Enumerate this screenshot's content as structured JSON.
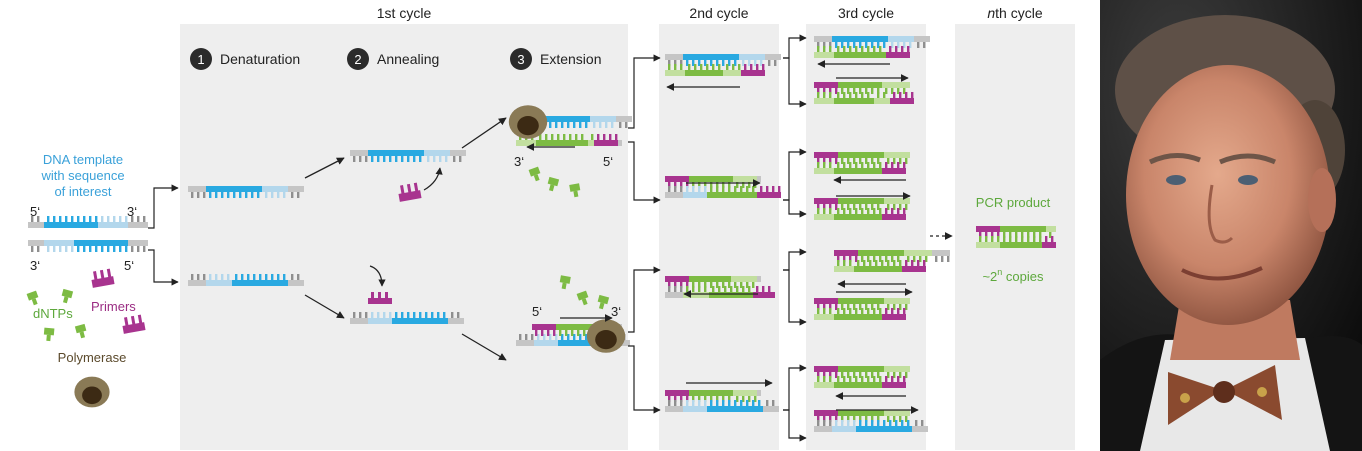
{
  "colors": {
    "template_blue": "#29a9e1",
    "template_light": "#b3d7ec",
    "flank_gray": "#c5c5c5",
    "tooth_gray": "#8f8f8f",
    "primer_magenta": "#a8348f",
    "new_green": "#7dbb43",
    "new_light_green": "#c2df9f",
    "polymerase_brown": "#8a7a56",
    "polymerase_dark": "#3c2a14",
    "panel_bg": "#eeeeee",
    "text_blue": "#3aa1d9",
    "text_green": "#5da83c",
    "text_magenta": "#9b2d83",
    "text_brown": "#5b4a2c"
  },
  "headers": {
    "cycle1": "1st cycle",
    "cycle2": "2nd cycle",
    "cycle3": "3rd cycle",
    "cycle_n_italic": "n",
    "cycle_n_rest": "th cycle"
  },
  "steps": [
    {
      "num": "1",
      "label": "Denaturation"
    },
    {
      "num": "2",
      "label": "Annealing"
    },
    {
      "num": "3",
      "label": "Extension"
    }
  ],
  "left": {
    "template_line1": "DNA template",
    "template_line2": "with sequence",
    "template_line3": "of interest",
    "five_prime": "5‘",
    "three_prime": "3‘",
    "primers": "Primers",
    "dntps": "dNTPs",
    "polymerase": "Polymerase"
  },
  "result": {
    "product": "PCR product",
    "copies_prefix": "~2",
    "copies_exp": "n",
    "copies_suffix": " copies"
  },
  "photo": {
    "icon": "portrait-photo"
  }
}
